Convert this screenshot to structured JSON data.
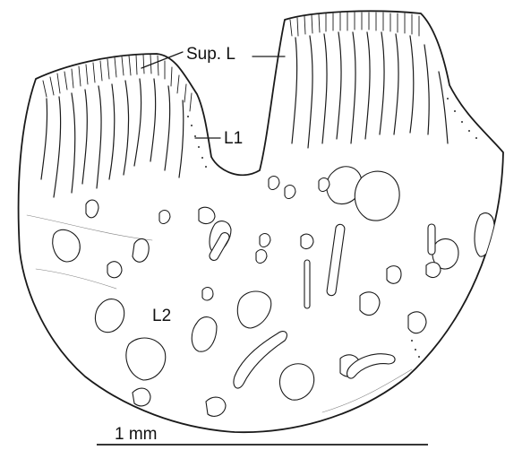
{
  "labels": {
    "superficial_layer": "Sup. L",
    "layer_1": "L1",
    "layer_2": "L2"
  },
  "scale_bar": {
    "label": "1 mm"
  },
  "colors": {
    "ink": "#1a1a1a",
    "paper": "#ffffff"
  }
}
